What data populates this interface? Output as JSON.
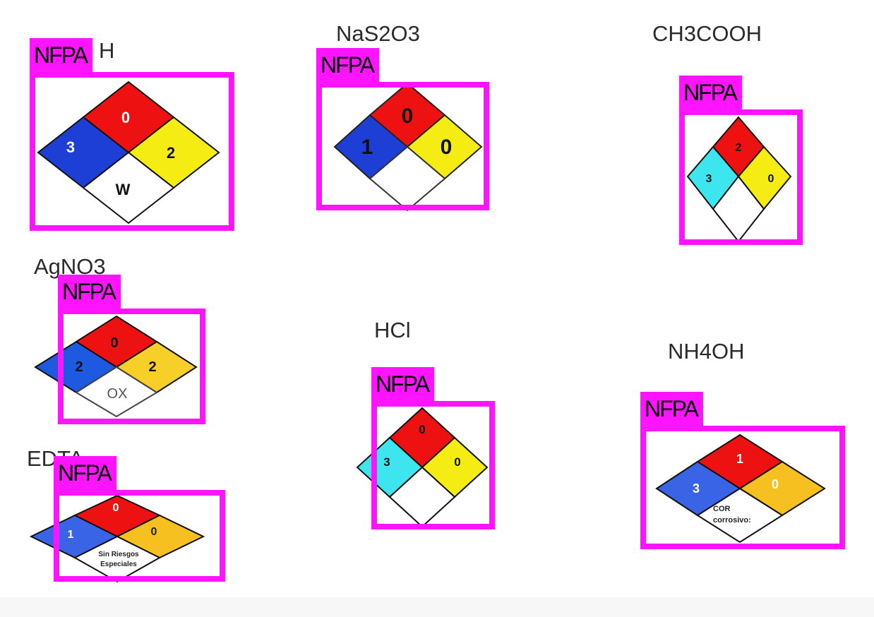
{
  "detection_label": "NFPA",
  "colors": {
    "box": "#ff14ff",
    "health_blue": "#1d3fd6",
    "health_cyan": "#3de6ee",
    "fire_red": "#ee1111",
    "reactivity_yellow": "#f5ec14",
    "reactivity_orange": "#f6c120",
    "special_white": "#ffffff"
  },
  "chemicals": [
    {
      "name": "NaOH",
      "visible_name": "H",
      "health": "3",
      "fire": "0",
      "reactivity": "2",
      "special": "W"
    },
    {
      "name": "NaS2O3",
      "visible_name": "NaS2O3",
      "health": "1",
      "fire": "0",
      "reactivity": "0",
      "special": ""
    },
    {
      "name": "CH3COOH",
      "visible_name": "CH3COOH",
      "health": "3",
      "fire": "2",
      "reactivity": "0",
      "special": ""
    },
    {
      "name": "AgNO3",
      "visible_name": "AgNO3",
      "health": "2",
      "fire": "0",
      "reactivity": "2",
      "special": "OX"
    },
    {
      "name": "HCl",
      "visible_name": "HCl",
      "health": "3",
      "fire": "0",
      "reactivity": "0",
      "special": ""
    },
    {
      "name": "NH4OH",
      "visible_name": "NH4OH",
      "health": "3",
      "fire": "1",
      "reactivity": "0",
      "special_line1": "COR",
      "special_line2": "corrosivo:"
    },
    {
      "name": "EDTA",
      "visible_name": "EDTA",
      "health": "1",
      "fire": "0",
      "reactivity": "0",
      "special_line1": "Sin Riesgos",
      "special_line2": "Especiales"
    }
  ]
}
